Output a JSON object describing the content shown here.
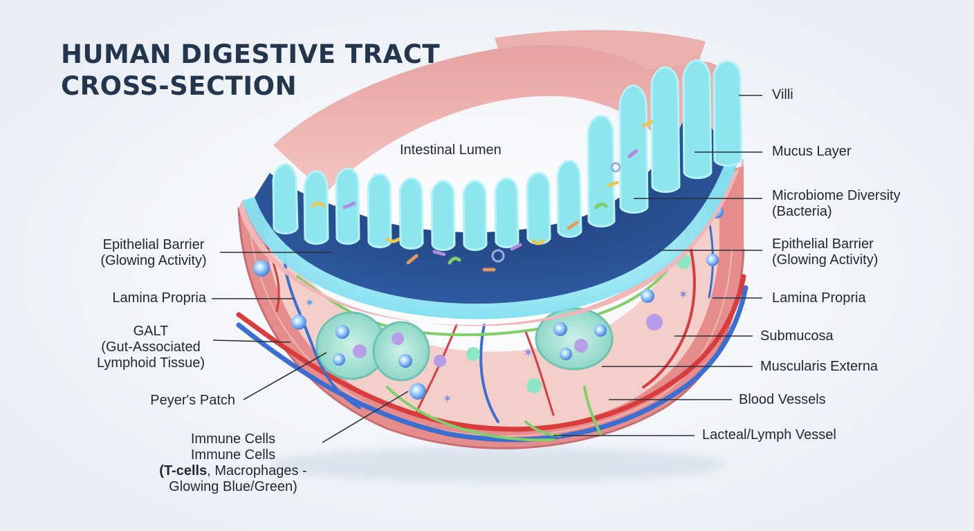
{
  "title": {
    "line1": "HUMAN DIGESTIVE TRACT",
    "line2": "CROSS-SECTION"
  },
  "lumen_label": "Intestinal Lumen",
  "labels_left": {
    "epithelial_barrier": {
      "line1": "Epithelial Barrier",
      "line2": "(Glowing Activity)"
    },
    "lamina_propria": "Lamina Propria",
    "galt": {
      "line1": "GALT",
      "line2": "(Gut-Associated",
      "line3": "Lymphoid Tissue)"
    },
    "peyers_patch": "Peyer's Patch",
    "immune_cells": {
      "line1": "Immune Cells",
      "line2": "Immune Cells",
      "line3_bold": "T-cells",
      "line3_prefix": "(",
      "line3_rest": ", Macrophages -",
      "line4": "Glowing Blue/Green)"
    }
  },
  "labels_right": {
    "villi": "Villi",
    "mucus_layer": "Mucus Layer",
    "microbiome": {
      "line1": "Microbiome Diversity",
      "line2": "(Bacteria)"
    },
    "epithelial_barrier": {
      "line1": "Epithelial Barrier",
      "line2": "(Glowing Activity)"
    },
    "lamina_propria": "Lamina Propria",
    "submucosa": "Submucosa",
    "muscularis_externa": "Muscularis Externa",
    "blood_vessels": "Blood Vessels",
    "lacteal": "Lacteal/Lymph Vessel"
  },
  "colors": {
    "title": "#24364d",
    "epithelium": "#8fe6f0",
    "tissue": "#f2c9c4",
    "muscle": "#e08a8a",
    "artery": "#d93c3c",
    "vein": "#3a6fd1",
    "lymph": "#7fcf6a",
    "immune_glow": "#7fd6ff"
  }
}
